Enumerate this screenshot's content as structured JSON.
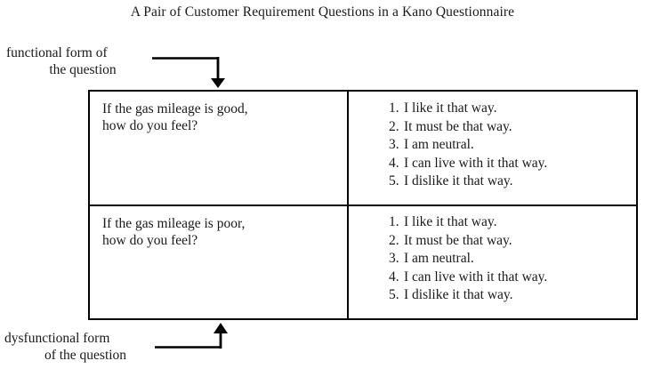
{
  "title": "A Pair of Customer Requirement Questions in a Kano Questionnaire",
  "callouts": {
    "functional": {
      "line1": "functional form of",
      "line2": "the question"
    },
    "dysfunctional": {
      "line1": "dysfunctional form",
      "line2": "of the question"
    }
  },
  "table": {
    "rows": [
      {
        "question": {
          "line1": "If the gas mileage is good,",
          "line2": "how do you feel?"
        },
        "answers": [
          {
            "num": "1.",
            "text": "I like it that way."
          },
          {
            "num": "2.",
            "text": "It must be that way."
          },
          {
            "num": "3.",
            "text": "I am neutral."
          },
          {
            "num": "4.",
            "text": "I can live with it that way."
          },
          {
            "num": "5.",
            "text": "I dislike it that way."
          }
        ]
      },
      {
        "question": {
          "line1": "If the gas mileage is poor,",
          "line2": "how do you feel?"
        },
        "answers": [
          {
            "num": "1.",
            "text": "I like it that way."
          },
          {
            "num": "2.",
            "text": "It must be that way."
          },
          {
            "num": "3.",
            "text": "I am neutral."
          },
          {
            "num": "4.",
            "text": "I can live with it that way."
          },
          {
            "num": "5.",
            "text": "I dislike it that way."
          }
        ]
      }
    ]
  },
  "colors": {
    "ink": "#1a1a1a",
    "rule": "#000000",
    "background": "#ffffff"
  }
}
